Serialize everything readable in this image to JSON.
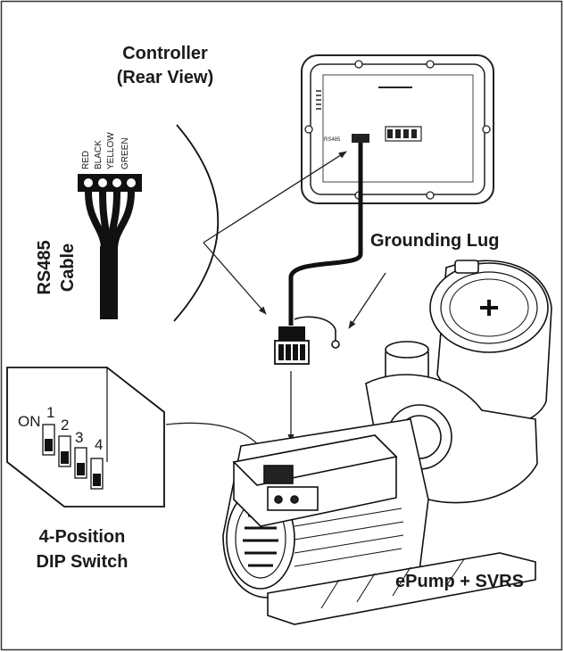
{
  "labels": {
    "controller_line1": "Controller",
    "controller_line2": "(Rear View)",
    "grounding_lug": "Grounding Lug",
    "cable_line1": "RS485",
    "cable_line2": "Cable",
    "dip_line1": "4-Position",
    "dip_line2": "DIP Switch",
    "pump": "ePump + SVRS"
  },
  "wires": [
    "RED",
    "BLACK",
    "YELLOW",
    "GREEN"
  ],
  "dip": {
    "on": "ON",
    "positions": [
      "1",
      "2",
      "3",
      "4"
    ]
  }
}
